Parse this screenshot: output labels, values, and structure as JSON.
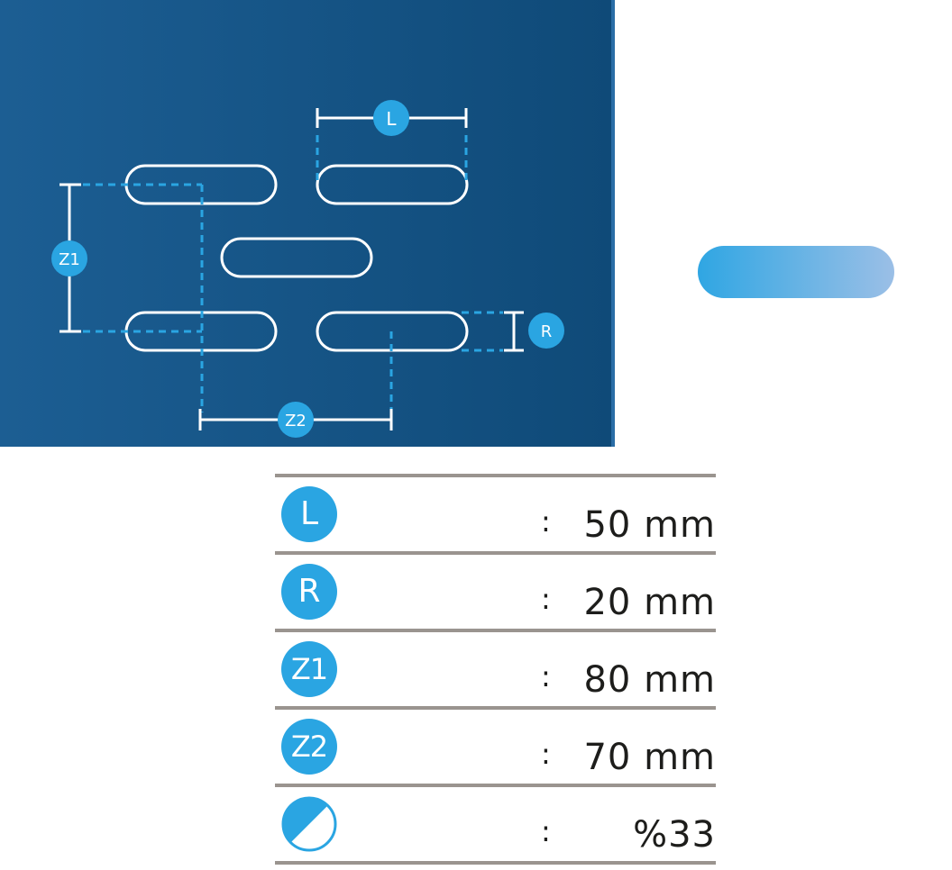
{
  "diagram": {
    "dimension_labels": {
      "length": "L",
      "radius": "R",
      "z1": "Z1",
      "z2": "Z2"
    },
    "colors": {
      "panel_start": "#1c5e93",
      "panel_end": "#0f4a78",
      "accent": "#2aa5e2",
      "dashed_line": "#2aa5e2",
      "slot_outline": "#ffffff"
    }
  },
  "accent_pill": {
    "gradient_start": "#2fa6e3",
    "gradient_end": "#9bbfe6"
  },
  "specs": {
    "separator": ":",
    "rows": [
      {
        "icon_label": "L",
        "value": "50 mm"
      },
      {
        "icon_label": "R",
        "value": "20 mm"
      },
      {
        "icon_label": "Z1",
        "value": "80 mm"
      },
      {
        "icon_label": "Z2",
        "value": "70 mm"
      },
      {
        "icon_name": "open-area-half-circle-icon",
        "value": "%33"
      }
    ],
    "rule_color": "#9a948f",
    "text_color": "#1d1d1b"
  }
}
